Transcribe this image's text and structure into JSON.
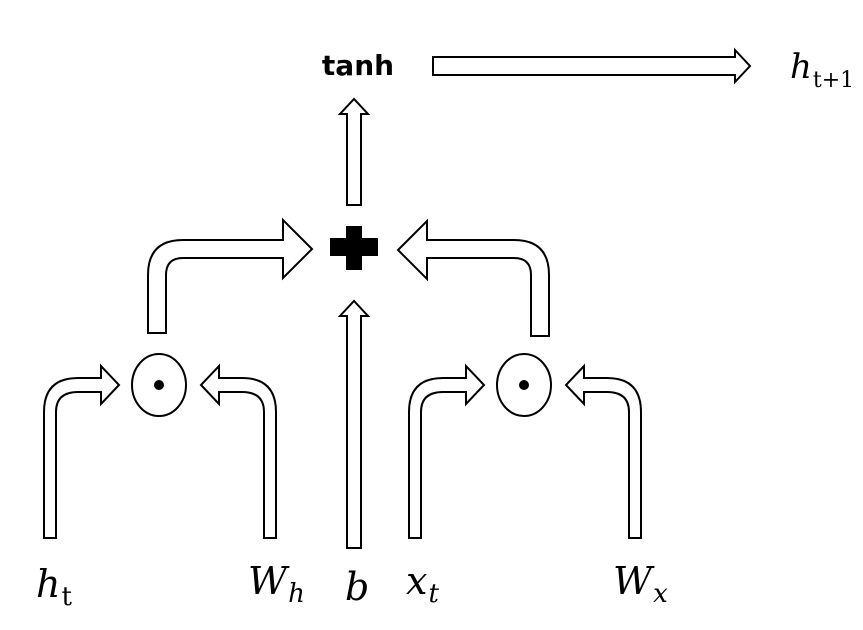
{
  "activation": {
    "label": "tanh"
  },
  "output": {
    "base": "h",
    "subscript": "t+1"
  },
  "inputs": {
    "hidden_state": {
      "base": "h",
      "subscript": "t"
    },
    "hidden_weight": {
      "base": "W",
      "subscript": "h"
    },
    "bias": {
      "base": "b"
    },
    "input": {
      "base": "x",
      "subscript": "t"
    },
    "input_weight": {
      "base": "W",
      "subscript": "x"
    }
  },
  "colors": {
    "stroke": "#000000",
    "fill": "#ffffff"
  }
}
